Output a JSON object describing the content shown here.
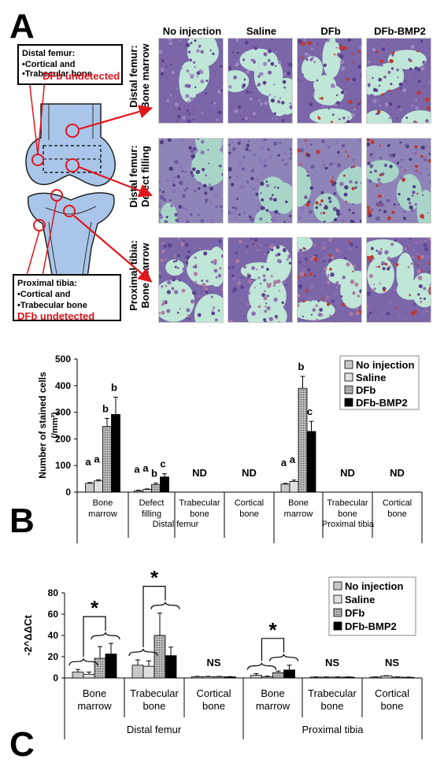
{
  "panel_labels": {
    "a": "A",
    "b": "B",
    "c": "C"
  },
  "panelA": {
    "columns": [
      "No injection",
      "Saline",
      "DFb",
      "DFb-BMP2"
    ],
    "rows": [
      [
        "Distal femur:",
        "Bone marrow"
      ],
      [
        "Distal femur:",
        "Defect filling"
      ],
      [
        "Proximal tibia:",
        "Bone marrow"
      ]
    ],
    "femur_box": {
      "title": "Distal femur:",
      "line1": "•Cortical and",
      "line2": "•Trabecular bone",
      "status": "DFb undetected"
    },
    "tibia_box": {
      "title": "Proximal tibia:",
      "line1": "•Cortical and",
      "line2": "•Trabecular bone",
      "status": "DFb undetected"
    }
  },
  "colors": {
    "no_injection": "#c8c8c8",
    "saline": "#e0e0e0",
    "dfb": "#9a9a9a",
    "dfb_bmp2": "#000000",
    "accent_red": "#e0161b",
    "bone_blue": "#a9c6ea"
  },
  "chart_data": [
    {
      "type": "bar",
      "panel": "B",
      "ylabel": "Number of stained cells (/mm²)",
      "ylabel_line1": "Number of stained cells",
      "ylabel_line2": "(/mm²)",
      "ylim": [
        0,
        500
      ],
      "yticks": [
        "0",
        "100",
        "200",
        "300",
        "400",
        "500"
      ],
      "legend": [
        "No injection",
        "Saline",
        "DFb",
        "DFb-BMP2"
      ],
      "legend_position": "top-right",
      "categories": [
        {
          "line1": "Bone",
          "line2": "marrow"
        },
        {
          "line1": "Defect",
          "line2": "filling"
        },
        {
          "line1": "Trabecular",
          "line2": "bone"
        },
        {
          "line1": "Cortical",
          "line2": "bone"
        },
        {
          "line1": "Bone",
          "line2": "marrow"
        },
        {
          "line1": "Trabecular",
          "line2": "bone"
        },
        {
          "line1": "Cortical",
          "line2": "bone"
        }
      ],
      "groups": [
        {
          "label": "Distal femur",
          "span": [
            0,
            3
          ]
        },
        {
          "label": "Proximal tibia",
          "span": [
            4,
            6
          ]
        }
      ],
      "series": [
        {
          "name": "No injection",
          "values": [
            33,
            5,
            null,
            null,
            30,
            null,
            null
          ],
          "errors": [
            3,
            2,
            null,
            null,
            3,
            null,
            null
          ]
        },
        {
          "name": "Saline",
          "values": [
            42,
            10,
            null,
            null,
            40,
            null,
            null
          ],
          "errors": [
            4,
            2,
            null,
            null,
            5,
            null,
            null
          ]
        },
        {
          "name": "DFb",
          "values": [
            247,
            28,
            null,
            null,
            390,
            null,
            null
          ],
          "errors": [
            30,
            6,
            null,
            null,
            45,
            null,
            null
          ]
        },
        {
          "name": "DFb-BMP2",
          "values": [
            292,
            57,
            null,
            null,
            228,
            null,
            null
          ],
          "errors": [
            65,
            12,
            null,
            null,
            38,
            null,
            null
          ]
        }
      ],
      "letters": [
        [
          "a",
          "a",
          "b",
          "b"
        ],
        [
          "a",
          "a",
          "b",
          "c"
        ],
        null,
        null,
        [
          "a",
          "a",
          "b",
          "c"
        ],
        null,
        null
      ],
      "category_notes": [
        null,
        null,
        "ND",
        "ND",
        null,
        "ND",
        "ND"
      ]
    },
    {
      "type": "bar",
      "panel": "C",
      "ylabel": "-2^ΔΔCt",
      "ylim": [
        0,
        80
      ],
      "yticks": [
        "0",
        "20",
        "40",
        "60",
        "80"
      ],
      "legend": [
        "No injection",
        "Saline",
        "DFb",
        "DFb-BMP2"
      ],
      "legend_position": "top-right",
      "categories": [
        {
          "line1": "Bone",
          "line2": "marrow"
        },
        {
          "line1": "Trabecular",
          "line2": "bone"
        },
        {
          "line1": "Cortical",
          "line2": "bone"
        },
        {
          "line1": "Bone",
          "line2": "marrow"
        },
        {
          "line1": "Trabecular",
          "line2": "bone"
        },
        {
          "line1": "Cortical",
          "line2": "bone"
        }
      ],
      "groups": [
        {
          "label": "Distal femur",
          "span": [
            0,
            2
          ]
        },
        {
          "label": "Proximal tibia",
          "span": [
            3,
            5
          ]
        }
      ],
      "series": [
        {
          "name": "No injection",
          "values": [
            5.5,
            12,
            1.2,
            2.5,
            0.8,
            0.8
          ],
          "errors": [
            2.5,
            5,
            0.3,
            1.5,
            0.2,
            0.2
          ]
        },
        {
          "name": "Saline",
          "values": [
            3.5,
            11,
            1.2,
            1.2,
            0.8,
            1.8
          ],
          "errors": [
            2,
            5,
            0.3,
            0.5,
            0.2,
            0.3
          ]
        },
        {
          "name": "DFb",
          "values": [
            18.5,
            40,
            1.2,
            5,
            0.8,
            0.8
          ],
          "errors": [
            11,
            21,
            0.3,
            1.5,
            0.2,
            0.2
          ]
        },
        {
          "name": "DFb-BMP2",
          "values": [
            22.5,
            21,
            1.0,
            7.5,
            0.8,
            0.6
          ],
          "errors": [
            10,
            8,
            0.3,
            4.5,
            0.2,
            0.2
          ]
        }
      ],
      "significance": [
        {
          "category": 0,
          "mark": "*"
        },
        {
          "category": 1,
          "mark": "*"
        },
        {
          "category": 3,
          "mark": "*"
        }
      ],
      "category_notes": [
        null,
        null,
        "NS",
        null,
        "NS",
        "NS"
      ]
    }
  ]
}
